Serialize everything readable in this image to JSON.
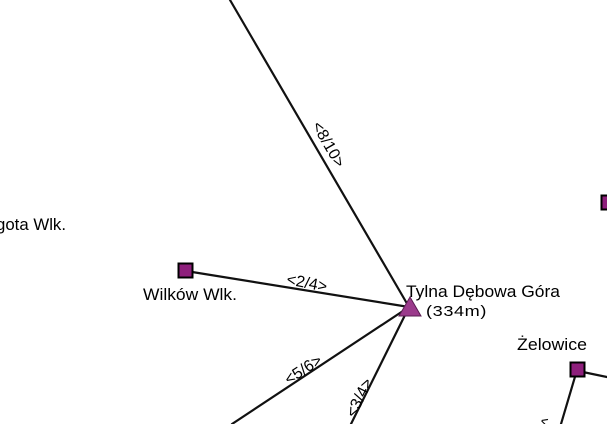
{
  "colors": {
    "background": "#ffffff",
    "line": "#111111",
    "station_fill": "#8e1f7c",
    "station_stroke": "#000000",
    "peak_fill": "#9b3b8c"
  },
  "places": {
    "partial_left": "gota Wlk.",
    "wilkow": "Wilków Wlk.",
    "peak": "Tylna Dębowa Góra",
    "peak_elevation": "(334m)",
    "zelowice": "Żelowice"
  },
  "trail_times": {
    "north": "<8/10>",
    "wilkow": "<2/4>",
    "southwest": "<5/6>",
    "south": "<3/4>",
    "partial_right": "^"
  },
  "icons": {
    "station": "station-square-icon",
    "peak": "peak-triangle-icon"
  }
}
